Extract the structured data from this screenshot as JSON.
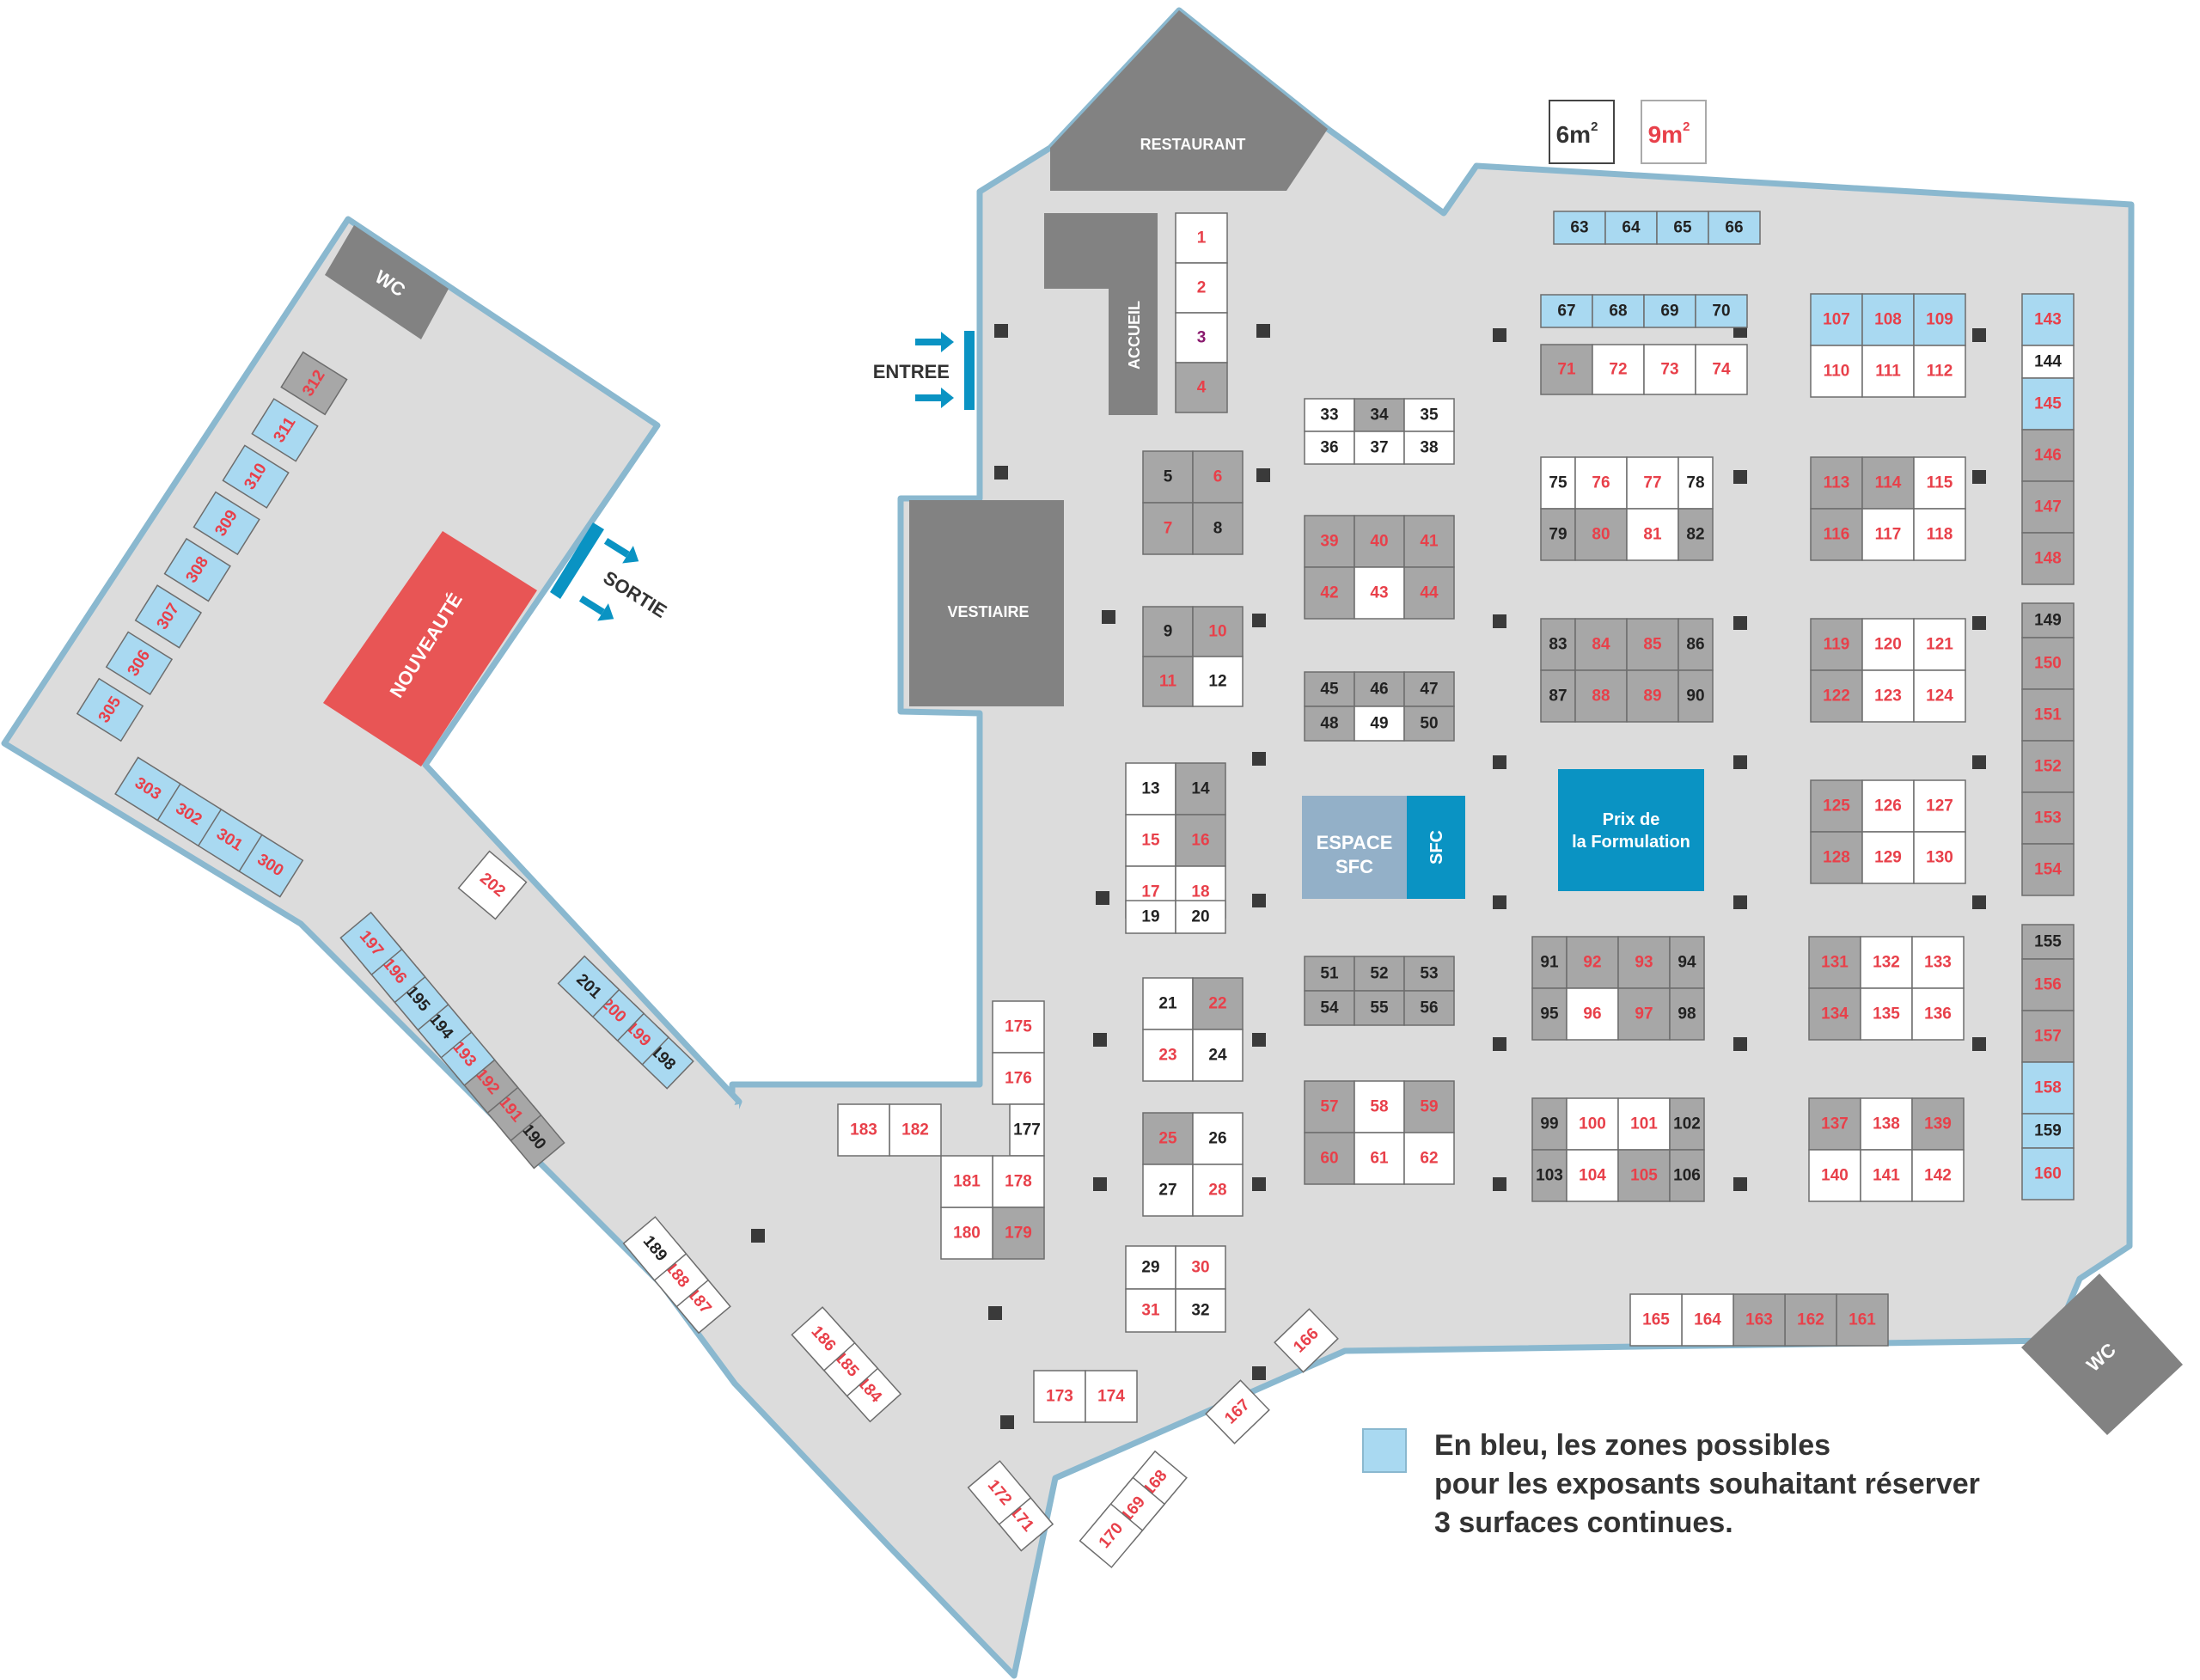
{
  "colors": {
    "floor": "#dcdcdc",
    "wall": "#8ab8cf",
    "blue_booth": "#a9d9f1",
    "grey_booth": "#a7a7a7",
    "white_booth": "#ffffff",
    "block": "#828282",
    "nouveaute": "#e85555",
    "cyan": "#0a93c3",
    "espace": "#93b0c8",
    "red_text": "#e8404a",
    "dark_text": "#222222",
    "purple_text": "#8a1a6e"
  },
  "icons": {
    "entrance_arrows": "arrow-right-icon",
    "exit_arrows": "arrow-right-icon",
    "pillar": "pillar-square-icon"
  },
  "labels": {
    "restaurant": "RESTAURANT",
    "accueil": "ACCUEIL",
    "vestiaire": "VESTIAIRE",
    "entree": "ENTREE",
    "sortie": "SORTIE",
    "nouveaute": "NOUVEAUTÉ",
    "wc_left": "WC",
    "wc_right": "WC",
    "espace_line1": "ESPACE",
    "espace_line2": "SFC",
    "sfc": "SFC",
    "prix_line1": "Prix de",
    "prix_line2": "la Formulation"
  },
  "size_legend": {
    "six": "6m",
    "nine": "9m",
    "sup": "2"
  },
  "legend": {
    "line1": "En bleu, les zones possibles",
    "line2": "pour les exposants souhaitant réserver",
    "line3": "3 surfaces continues."
  },
  "booths": [
    {
      "n": "1",
      "f": "white",
      "t": "red"
    },
    {
      "n": "2",
      "f": "white",
      "t": "red"
    },
    {
      "n": "3",
      "f": "white",
      "t": "purple"
    },
    {
      "n": "4",
      "f": "grey",
      "t": "red"
    },
    {
      "n": "5",
      "f": "grey",
      "t": "dark"
    },
    {
      "n": "6",
      "f": "grey",
      "t": "red"
    },
    {
      "n": "7",
      "f": "grey",
      "t": "red"
    },
    {
      "n": "8",
      "f": "grey",
      "t": "dark"
    },
    {
      "n": "9",
      "f": "grey",
      "t": "dark"
    },
    {
      "n": "10",
      "f": "grey",
      "t": "red"
    },
    {
      "n": "11",
      "f": "grey",
      "t": "red"
    },
    {
      "n": "12",
      "f": "white",
      "t": "dark"
    },
    {
      "n": "13",
      "f": "white",
      "t": "dark"
    },
    {
      "n": "14",
      "f": "grey",
      "t": "dark"
    },
    {
      "n": "15",
      "f": "white",
      "t": "red"
    },
    {
      "n": "16",
      "f": "grey",
      "t": "red"
    },
    {
      "n": "17",
      "f": "white",
      "t": "red"
    },
    {
      "n": "18",
      "f": "white",
      "t": "red"
    },
    {
      "n": "19",
      "f": "white",
      "t": "dark"
    },
    {
      "n": "20",
      "f": "white",
      "t": "dark"
    },
    {
      "n": "21",
      "f": "white",
      "t": "dark"
    },
    {
      "n": "22",
      "f": "grey",
      "t": "red"
    },
    {
      "n": "23",
      "f": "white",
      "t": "red"
    },
    {
      "n": "24",
      "f": "white",
      "t": "dark"
    },
    {
      "n": "25",
      "f": "grey",
      "t": "red"
    },
    {
      "n": "26",
      "f": "white",
      "t": "dark"
    },
    {
      "n": "27",
      "f": "white",
      "t": "dark"
    },
    {
      "n": "28",
      "f": "white",
      "t": "red"
    },
    {
      "n": "29",
      "f": "white",
      "t": "dark"
    },
    {
      "n": "30",
      "f": "white",
      "t": "red"
    },
    {
      "n": "31",
      "f": "white",
      "t": "red"
    },
    {
      "n": "32",
      "f": "white",
      "t": "dark"
    },
    {
      "n": "33",
      "f": "white",
      "t": "dark"
    },
    {
      "n": "34",
      "f": "grey",
      "t": "dark"
    },
    {
      "n": "35",
      "f": "white",
      "t": "dark"
    },
    {
      "n": "36",
      "f": "white",
      "t": "dark"
    },
    {
      "n": "37",
      "f": "white",
      "t": "dark"
    },
    {
      "n": "38",
      "f": "white",
      "t": "dark"
    },
    {
      "n": "39",
      "f": "grey",
      "t": "red"
    },
    {
      "n": "40",
      "f": "grey",
      "t": "red"
    },
    {
      "n": "41",
      "f": "grey",
      "t": "red"
    },
    {
      "n": "42",
      "f": "grey",
      "t": "red"
    },
    {
      "n": "43",
      "f": "white",
      "t": "red"
    },
    {
      "n": "44",
      "f": "grey",
      "t": "red"
    },
    {
      "n": "45",
      "f": "grey",
      "t": "dark"
    },
    {
      "n": "46",
      "f": "grey",
      "t": "dark"
    },
    {
      "n": "47",
      "f": "grey",
      "t": "dark"
    },
    {
      "n": "48",
      "f": "grey",
      "t": "dark"
    },
    {
      "n": "49",
      "f": "white",
      "t": "dark"
    },
    {
      "n": "50",
      "f": "grey",
      "t": "dark"
    },
    {
      "n": "51",
      "f": "grey",
      "t": "dark"
    },
    {
      "n": "52",
      "f": "grey",
      "t": "dark"
    },
    {
      "n": "53",
      "f": "grey",
      "t": "dark"
    },
    {
      "n": "54",
      "f": "grey",
      "t": "dark"
    },
    {
      "n": "55",
      "f": "grey",
      "t": "dark"
    },
    {
      "n": "56",
      "f": "grey",
      "t": "dark"
    },
    {
      "n": "57",
      "f": "grey",
      "t": "red"
    },
    {
      "n": "58",
      "f": "white",
      "t": "red"
    },
    {
      "n": "59",
      "f": "grey",
      "t": "red"
    },
    {
      "n": "60",
      "f": "grey",
      "t": "red"
    },
    {
      "n": "61",
      "f": "white",
      "t": "red"
    },
    {
      "n": "62",
      "f": "white",
      "t": "red"
    },
    {
      "n": "63",
      "f": "blue",
      "t": "dark"
    },
    {
      "n": "64",
      "f": "blue",
      "t": "dark"
    },
    {
      "n": "65",
      "f": "blue",
      "t": "dark"
    },
    {
      "n": "66",
      "f": "blue",
      "t": "dark"
    },
    {
      "n": "67",
      "f": "blue",
      "t": "dark"
    },
    {
      "n": "68",
      "f": "blue",
      "t": "dark"
    },
    {
      "n": "69",
      "f": "blue",
      "t": "dark"
    },
    {
      "n": "70",
      "f": "blue",
      "t": "dark"
    },
    {
      "n": "71",
      "f": "grey",
      "t": "red"
    },
    {
      "n": "72",
      "f": "white",
      "t": "red"
    },
    {
      "n": "73",
      "f": "white",
      "t": "red"
    },
    {
      "n": "74",
      "f": "white",
      "t": "red"
    },
    {
      "n": "75",
      "f": "white",
      "t": "dark"
    },
    {
      "n": "76",
      "f": "white",
      "t": "red"
    },
    {
      "n": "77",
      "f": "white",
      "t": "red"
    },
    {
      "n": "78",
      "f": "white",
      "t": "dark"
    },
    {
      "n": "79",
      "f": "grey",
      "t": "dark"
    },
    {
      "n": "80",
      "f": "grey",
      "t": "red"
    },
    {
      "n": "81",
      "f": "white",
      "t": "red"
    },
    {
      "n": "82",
      "f": "grey",
      "t": "dark"
    },
    {
      "n": "83",
      "f": "grey",
      "t": "dark"
    },
    {
      "n": "84",
      "f": "grey",
      "t": "red"
    },
    {
      "n": "85",
      "f": "grey",
      "t": "red"
    },
    {
      "n": "86",
      "f": "grey",
      "t": "dark"
    },
    {
      "n": "87",
      "f": "grey",
      "t": "dark"
    },
    {
      "n": "88",
      "f": "grey",
      "t": "red"
    },
    {
      "n": "89",
      "f": "grey",
      "t": "red"
    },
    {
      "n": "90",
      "f": "grey",
      "t": "dark"
    },
    {
      "n": "91",
      "f": "grey",
      "t": "dark"
    },
    {
      "n": "92",
      "f": "grey",
      "t": "red"
    },
    {
      "n": "93",
      "f": "grey",
      "t": "red"
    },
    {
      "n": "94",
      "f": "grey",
      "t": "dark"
    },
    {
      "n": "95",
      "f": "grey",
      "t": "dark"
    },
    {
      "n": "96",
      "f": "white",
      "t": "red"
    },
    {
      "n": "97",
      "f": "grey",
      "t": "red"
    },
    {
      "n": "98",
      "f": "grey",
      "t": "dark"
    },
    {
      "n": "99",
      "f": "grey",
      "t": "dark"
    },
    {
      "n": "100",
      "f": "white",
      "t": "red"
    },
    {
      "n": "101",
      "f": "white",
      "t": "red"
    },
    {
      "n": "102",
      "f": "grey",
      "t": "dark"
    },
    {
      "n": "103",
      "f": "grey",
      "t": "dark"
    },
    {
      "n": "104",
      "f": "white",
      "t": "red"
    },
    {
      "n": "105",
      "f": "grey",
      "t": "red"
    },
    {
      "n": "106",
      "f": "grey",
      "t": "dark"
    },
    {
      "n": "107",
      "f": "blue",
      "t": "red"
    },
    {
      "n": "108",
      "f": "blue",
      "t": "red"
    },
    {
      "n": "109",
      "f": "blue",
      "t": "red"
    },
    {
      "n": "110",
      "f": "white",
      "t": "red"
    },
    {
      "n": "111",
      "f": "white",
      "t": "red"
    },
    {
      "n": "112",
      "f": "white",
      "t": "red"
    },
    {
      "n": "113",
      "f": "grey",
      "t": "red"
    },
    {
      "n": "114",
      "f": "grey",
      "t": "red"
    },
    {
      "n": "115",
      "f": "white",
      "t": "red"
    },
    {
      "n": "116",
      "f": "grey",
      "t": "red"
    },
    {
      "n": "117",
      "f": "white",
      "t": "red"
    },
    {
      "n": "118",
      "f": "white",
      "t": "red"
    },
    {
      "n": "119",
      "f": "grey",
      "t": "red"
    },
    {
      "n": "120",
      "f": "white",
      "t": "red"
    },
    {
      "n": "121",
      "f": "white",
      "t": "red"
    },
    {
      "n": "122",
      "f": "grey",
      "t": "red"
    },
    {
      "n": "123",
      "f": "white",
      "t": "red"
    },
    {
      "n": "124",
      "f": "white",
      "t": "red"
    },
    {
      "n": "125",
      "f": "grey",
      "t": "red"
    },
    {
      "n": "126",
      "f": "white",
      "t": "red"
    },
    {
      "n": "127",
      "f": "white",
      "t": "red"
    },
    {
      "n": "128",
      "f": "grey",
      "t": "red"
    },
    {
      "n": "129",
      "f": "white",
      "t": "red"
    },
    {
      "n": "130",
      "f": "white",
      "t": "red"
    },
    {
      "n": "131",
      "f": "grey",
      "t": "red"
    },
    {
      "n": "132",
      "f": "white",
      "t": "red"
    },
    {
      "n": "133",
      "f": "white",
      "t": "red"
    },
    {
      "n": "134",
      "f": "grey",
      "t": "red"
    },
    {
      "n": "135",
      "f": "white",
      "t": "red"
    },
    {
      "n": "136",
      "f": "white",
      "t": "red"
    },
    {
      "n": "137",
      "f": "grey",
      "t": "red"
    },
    {
      "n": "138",
      "f": "white",
      "t": "red"
    },
    {
      "n": "139",
      "f": "grey",
      "t": "red"
    },
    {
      "n": "140",
      "f": "white",
      "t": "red"
    },
    {
      "n": "141",
      "f": "white",
      "t": "red"
    },
    {
      "n": "142",
      "f": "white",
      "t": "red"
    },
    {
      "n": "143",
      "f": "blue",
      "t": "red"
    },
    {
      "n": "144",
      "f": "white",
      "t": "dark"
    },
    {
      "n": "145",
      "f": "blue",
      "t": "red"
    },
    {
      "n": "146",
      "f": "grey",
      "t": "red"
    },
    {
      "n": "147",
      "f": "grey",
      "t": "red"
    },
    {
      "n": "148",
      "f": "grey",
      "t": "red"
    },
    {
      "n": "149",
      "f": "grey",
      "t": "dark"
    },
    {
      "n": "150",
      "f": "grey",
      "t": "red"
    },
    {
      "n": "151",
      "f": "grey",
      "t": "red"
    },
    {
      "n": "152",
      "f": "grey",
      "t": "red"
    },
    {
      "n": "153",
      "f": "grey",
      "t": "red"
    },
    {
      "n": "154",
      "f": "grey",
      "t": "red"
    },
    {
      "n": "155",
      "f": "grey",
      "t": "dark"
    },
    {
      "n": "156",
      "f": "grey",
      "t": "red"
    },
    {
      "n": "157",
      "f": "grey",
      "t": "red"
    },
    {
      "n": "158",
      "f": "blue",
      "t": "red"
    },
    {
      "n": "159",
      "f": "blue",
      "t": "dark"
    },
    {
      "n": "160",
      "f": "blue",
      "t": "red"
    },
    {
      "n": "161",
      "f": "grey",
      "t": "red"
    },
    {
      "n": "162",
      "f": "grey",
      "t": "red"
    },
    {
      "n": "163",
      "f": "grey",
      "t": "red"
    },
    {
      "n": "164",
      "f": "white",
      "t": "red"
    },
    {
      "n": "165",
      "f": "white",
      "t": "red"
    },
    {
      "n": "166",
      "f": "white",
      "t": "red"
    },
    {
      "n": "167",
      "f": "white",
      "t": "red"
    },
    {
      "n": "168",
      "f": "white",
      "t": "red"
    },
    {
      "n": "169",
      "f": "white",
      "t": "red"
    },
    {
      "n": "170",
      "f": "white",
      "t": "red"
    },
    {
      "n": "171",
      "f": "white",
      "t": "red"
    },
    {
      "n": "172",
      "f": "white",
      "t": "red"
    },
    {
      "n": "173",
      "f": "white",
      "t": "red"
    },
    {
      "n": "174",
      "f": "white",
      "t": "red"
    },
    {
      "n": "175",
      "f": "white",
      "t": "red"
    },
    {
      "n": "176",
      "f": "white",
      "t": "red"
    },
    {
      "n": "177",
      "f": "white",
      "t": "dark"
    },
    {
      "n": "178",
      "f": "white",
      "t": "red"
    },
    {
      "n": "179",
      "f": "grey",
      "t": "red"
    },
    {
      "n": "180",
      "f": "white",
      "t": "red"
    },
    {
      "n": "181",
      "f": "white",
      "t": "red"
    },
    {
      "n": "182",
      "f": "white",
      "t": "red"
    },
    {
      "n": "183",
      "f": "white",
      "t": "red"
    },
    {
      "n": "184",
      "f": "white",
      "t": "red"
    },
    {
      "n": "185",
      "f": "white",
      "t": "red"
    },
    {
      "n": "186",
      "f": "white",
      "t": "red"
    },
    {
      "n": "187",
      "f": "white",
      "t": "red"
    },
    {
      "n": "188",
      "f": "white",
      "t": "red"
    },
    {
      "n": "189",
      "f": "white",
      "t": "dark"
    },
    {
      "n": "190",
      "f": "grey",
      "t": "dark"
    },
    {
      "n": "191",
      "f": "grey",
      "t": "red"
    },
    {
      "n": "192",
      "f": "grey",
      "t": "red"
    },
    {
      "n": "193",
      "f": "blue",
      "t": "red"
    },
    {
      "n": "194",
      "f": "blue",
      "t": "dark"
    },
    {
      "n": "195",
      "f": "blue",
      "t": "dark"
    },
    {
      "n": "196",
      "f": "blue",
      "t": "red"
    },
    {
      "n": "197",
      "f": "blue",
      "t": "red"
    },
    {
      "n": "198",
      "f": "blue",
      "t": "dark"
    },
    {
      "n": "199",
      "f": "blue",
      "t": "red"
    },
    {
      "n": "200",
      "f": "blue",
      "t": "red"
    },
    {
      "n": "201",
      "f": "blue",
      "t": "dark"
    },
    {
      "n": "202",
      "f": "white",
      "t": "red"
    },
    {
      "n": "300",
      "f": "blue",
      "t": "red"
    },
    {
      "n": "301",
      "f": "blue",
      "t": "red"
    },
    {
      "n": "302",
      "f": "blue",
      "t": "red"
    },
    {
      "n": "303",
      "f": "blue",
      "t": "red"
    },
    {
      "n": "305",
      "f": "blue",
      "t": "red"
    },
    {
      "n": "306",
      "f": "blue",
      "t": "red"
    },
    {
      "n": "307",
      "f": "blue",
      "t": "red"
    },
    {
      "n": "308",
      "f": "blue",
      "t": "red"
    },
    {
      "n": "309",
      "f": "blue",
      "t": "red"
    },
    {
      "n": "310",
      "f": "blue",
      "t": "red"
    },
    {
      "n": "311",
      "f": "blue",
      "t": "red"
    },
    {
      "n": "312",
      "f": "grey",
      "t": "red"
    }
  ]
}
